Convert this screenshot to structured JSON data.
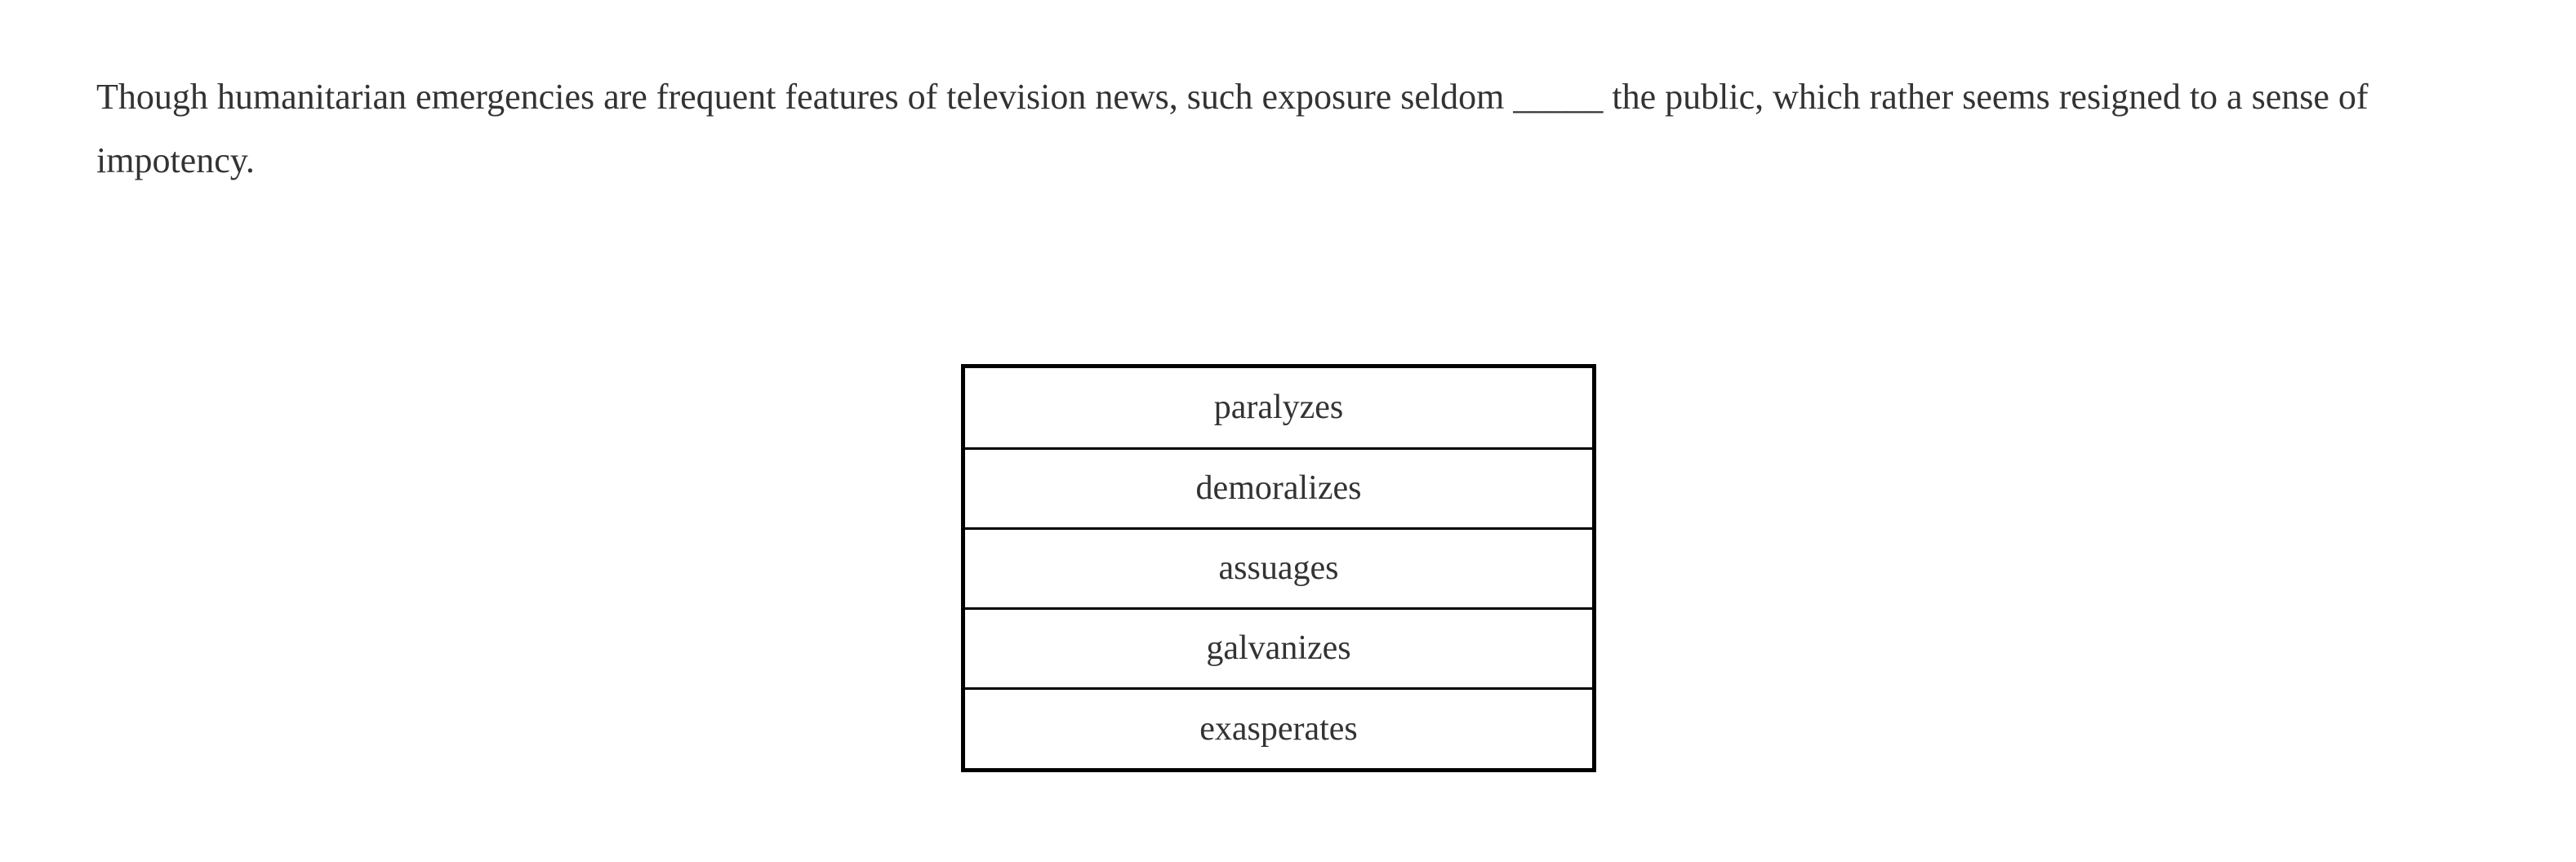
{
  "page": {
    "background_color": "#ffffff",
    "text_color": "#333333",
    "border_color": "#000000"
  },
  "question": {
    "text_before_blank": "Though humanitarian emergencies are frequent features of television news, such exposure seldom ",
    "blank": "_____",
    "text_after_blank": " the public, which rather seems resigned to a sense of impotency.",
    "full_text": "Though humanitarian emergencies are frequent features of television news, such exposure seldom _____ the public, which rather seems resigned to a sense of impotency."
  },
  "choices": {
    "items": [
      {
        "label": "paralyzes"
      },
      {
        "label": "demoralizes"
      },
      {
        "label": "assuages"
      },
      {
        "label": "galvanizes"
      },
      {
        "label": "exasperates"
      }
    ]
  }
}
